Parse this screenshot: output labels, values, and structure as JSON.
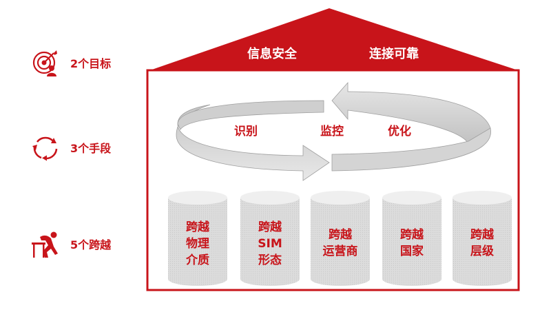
{
  "roof": {
    "left_text": "信息安全",
    "right_text": "连接可靠"
  },
  "cycle": {
    "steps": [
      "识别",
      "监控",
      "优化"
    ]
  },
  "pillars": [
    {
      "lines": [
        "跨越",
        "物理",
        "介质"
      ]
    },
    {
      "lines": [
        "跨越",
        "SIM",
        "形态"
      ]
    },
    {
      "lines": [
        "跨越",
        "运营商"
      ]
    },
    {
      "lines": [
        "跨越",
        "国家"
      ]
    },
    {
      "lines": [
        "跨越",
        "层级"
      ]
    }
  ],
  "side": {
    "goals": {
      "label": "2个目标",
      "icon": "target-person-icon"
    },
    "means": {
      "label": "3个手段",
      "icon": "cycle-arrows-icon"
    },
    "spans": {
      "label": "5个跨越",
      "icon": "hurdle-jumper-icon"
    }
  },
  "colors": {
    "brand_red": "#c8141a",
    "pillar_grey": "#d9d9d9",
    "arrow_grey": "#cfcfcf"
  }
}
